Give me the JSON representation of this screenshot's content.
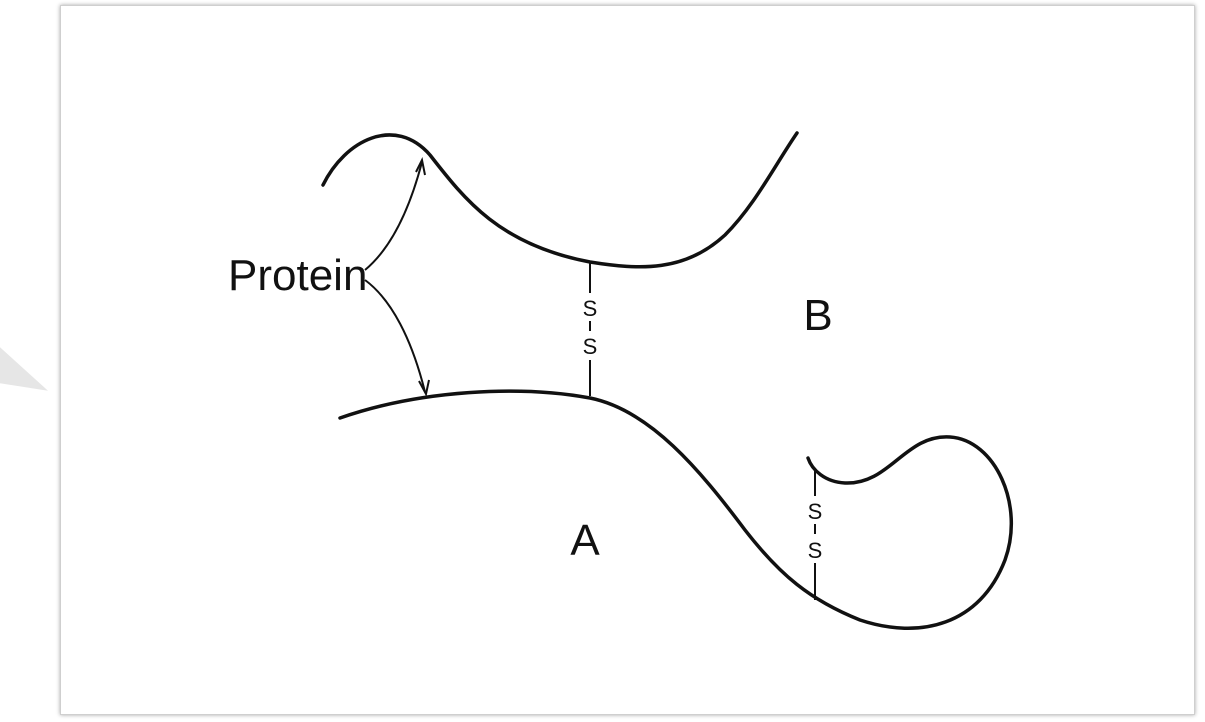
{
  "labels": {
    "protein": "Protein",
    "chain_a": "A",
    "chain_b": "B",
    "sulfur": "S"
  },
  "colors": {
    "stroke": "#111111",
    "background": "#ffffff"
  }
}
